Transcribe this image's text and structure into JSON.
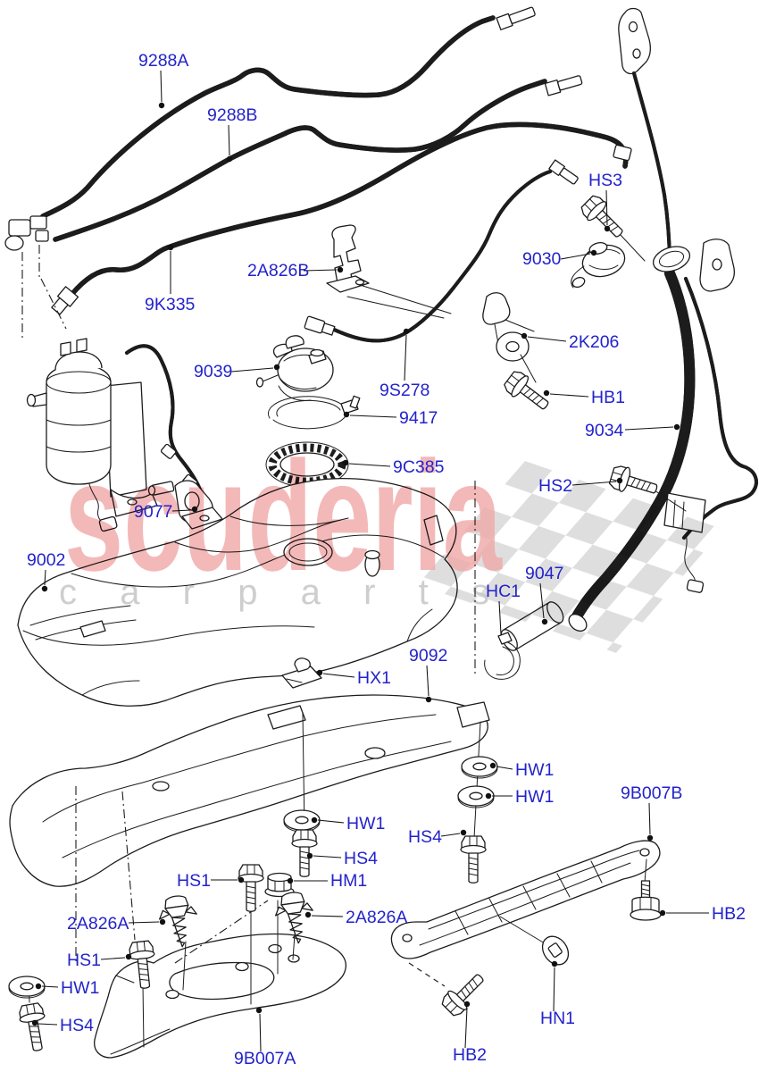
{
  "diagram": {
    "callout_color": "#2323cb",
    "line_color": "#1c1c1c",
    "leader_color": "#111111",
    "background": "#ffffff"
  },
  "watermark": {
    "brand": "scuderia",
    "tagline": "c a r p a r t s",
    "brand_color": "#f0a8a8",
    "tagline_color": "#c9c9c9",
    "flag_color": "#d2d2d2"
  },
  "callout_instances": [
    {
      "part": "9288A"
    },
    {
      "part": "9288B"
    },
    {
      "part": "HS3"
    },
    {
      "part": "9030"
    },
    {
      "part": "2A826B"
    },
    {
      "part": "9K335"
    },
    {
      "part": "2K206"
    },
    {
      "part": "9039"
    },
    {
      "part": "9S278"
    },
    {
      "part": "HB1"
    },
    {
      "part": "9417"
    },
    {
      "part": "9034"
    },
    {
      "part": "9C385"
    },
    {
      "part": "HS2"
    },
    {
      "part": "9077"
    },
    {
      "part": "9002"
    },
    {
      "part": "9047"
    },
    {
      "part": "HC1"
    },
    {
      "part": "9092"
    },
    {
      "part": "HX1"
    },
    {
      "part": "HW1"
    },
    {
      "part": "HW1"
    },
    {
      "part": "9B007B"
    },
    {
      "part": "HW1"
    },
    {
      "part": "HS4"
    },
    {
      "part": "HS4"
    },
    {
      "part": "HS1"
    },
    {
      "part": "HM1"
    },
    {
      "part": "2A826A"
    },
    {
      "part": "2A826A"
    },
    {
      "part": "HB2"
    },
    {
      "part": "HS1"
    },
    {
      "part": "HN1"
    },
    {
      "part": "HW1"
    },
    {
      "part": "HS4"
    },
    {
      "part": "HB2"
    },
    {
      "part": "9B007A"
    }
  ]
}
